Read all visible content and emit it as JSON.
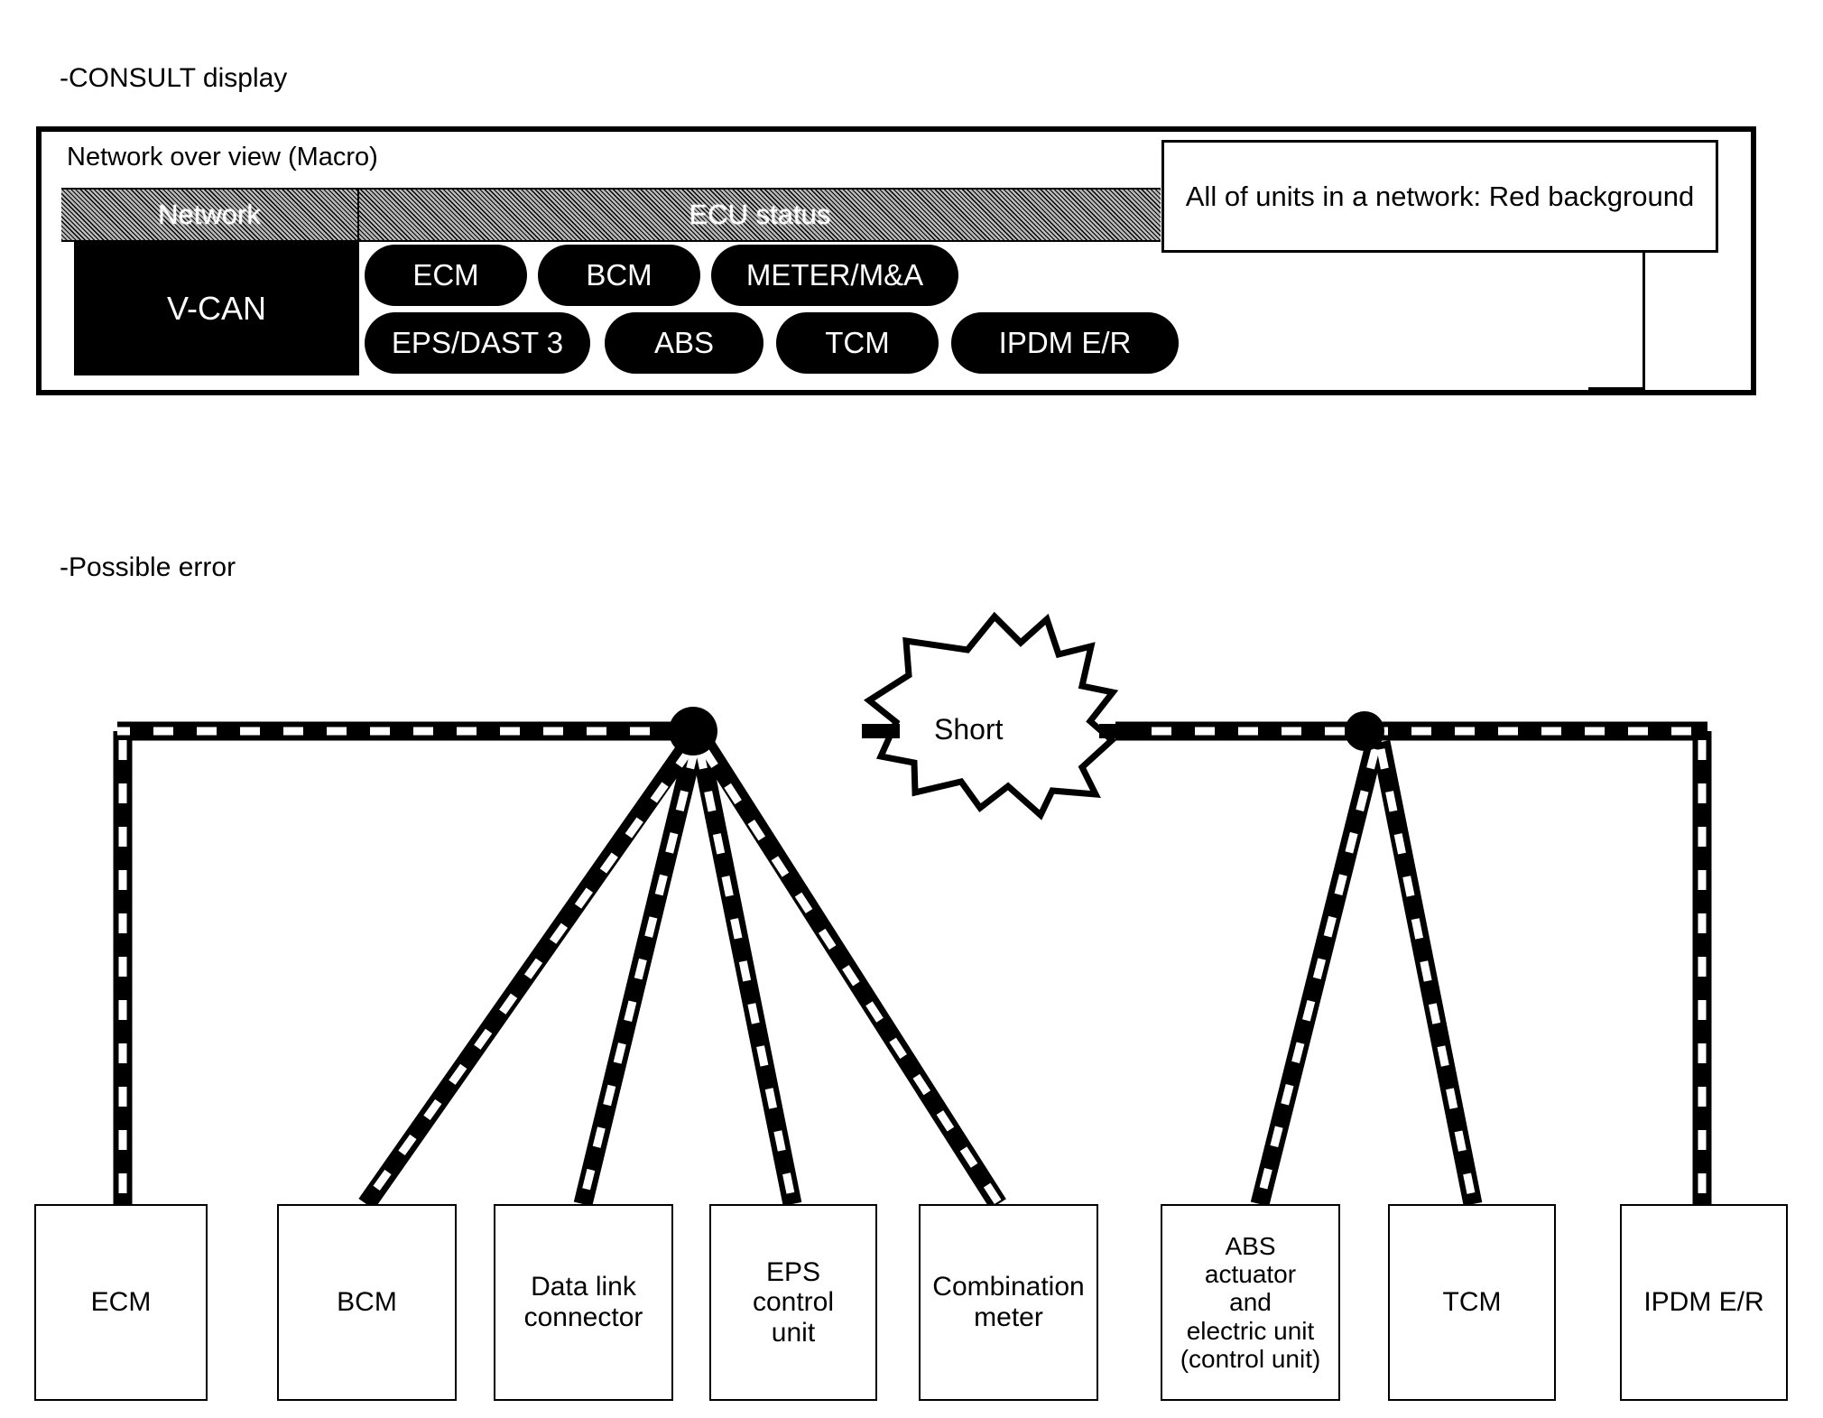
{
  "sections": {
    "consult_label": "-CONSULT display",
    "possible_error_label": "-Possible error"
  },
  "consult": {
    "panel_title": "Network over view (Macro)",
    "table": {
      "headers": [
        "Network",
        "ECU status"
      ],
      "network_name": "V-CAN",
      "units_row1": [
        "ECM",
        "BCM",
        "METER/M&A"
      ],
      "units_row2": [
        "EPS/DAST 3",
        "ABS",
        "TCM",
        "IPDM E/R"
      ]
    },
    "callout": {
      "text": "All of units in a network: Red background"
    }
  },
  "possible_error": {
    "fault_label": "Short",
    "unit_boxes": [
      {
        "label": "ECM"
      },
      {
        "label": "BCM"
      },
      {
        "label": "Data link\nconnector"
      },
      {
        "label": "EPS\ncontrol\nunit"
      },
      {
        "label": "Combination\nmeter"
      },
      {
        "label": "ABS\nactuator\nand\nelectric unit\n(control unit)"
      },
      {
        "label": "TCM"
      },
      {
        "label": "IPDM E/R"
      }
    ]
  },
  "colors": {
    "ink": "#000000",
    "paper": "#ffffff",
    "header_hatch": "#b9b9b9",
    "selected_fill": "#000000",
    "selected_text": "#ffffff"
  }
}
